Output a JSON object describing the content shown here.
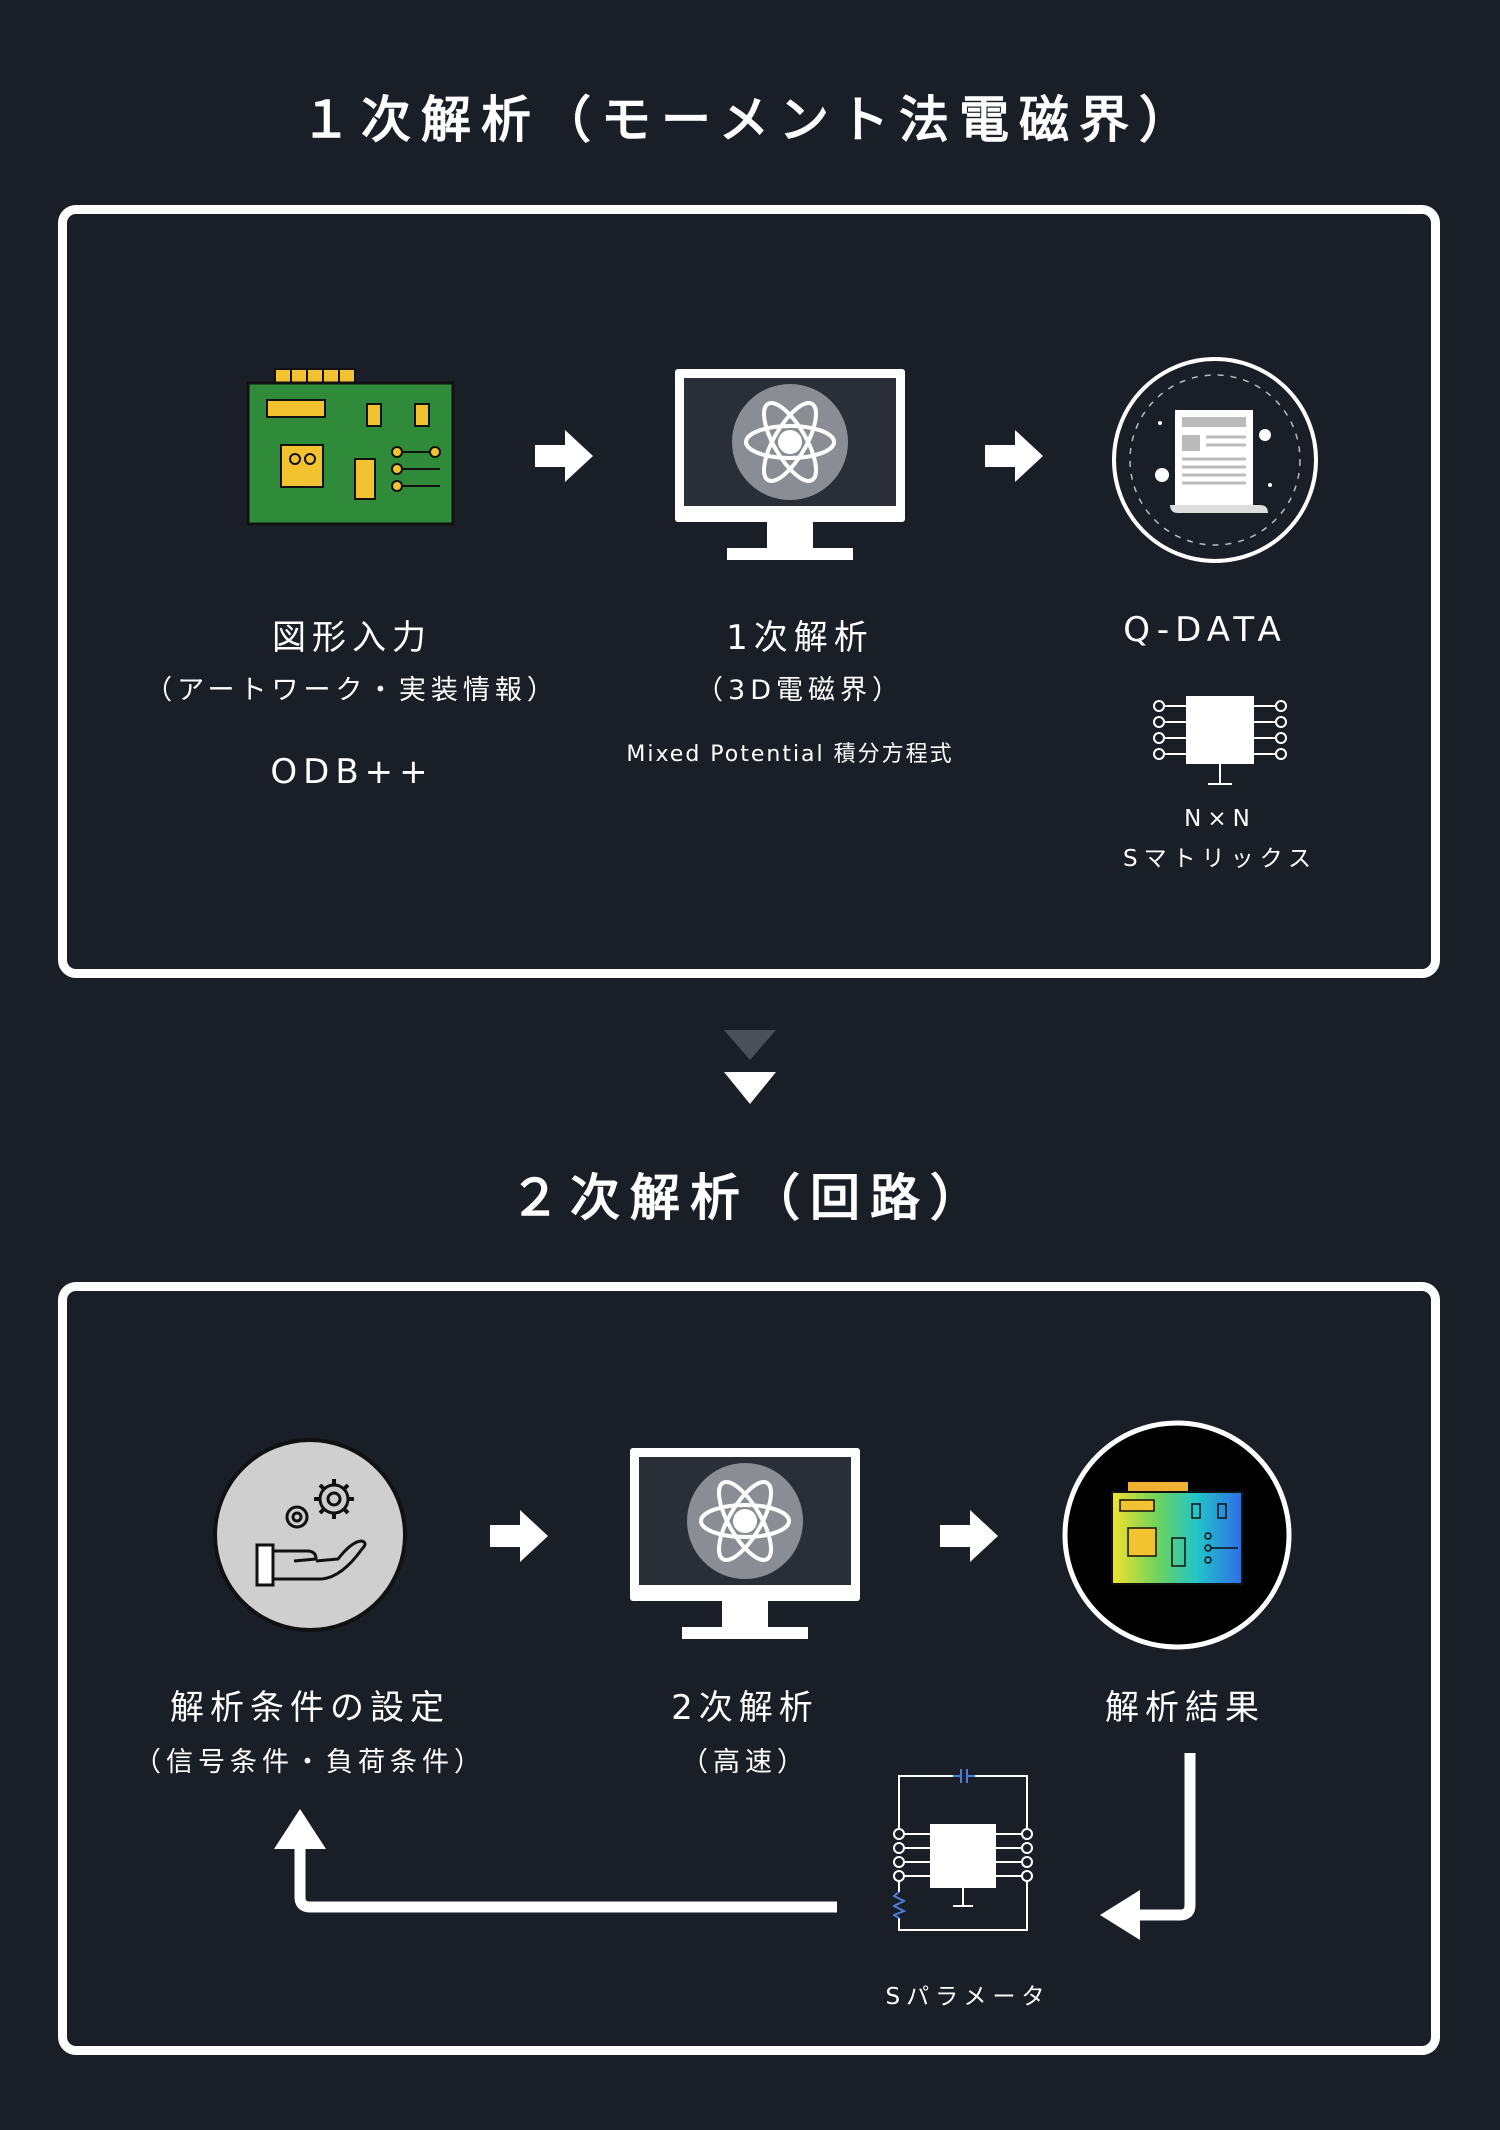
{
  "stage1": {
    "title": "１次解析（モーメント法電磁界）",
    "step1": {
      "label": "図形入力",
      "sub": "（アートワーク・実装情報）",
      "extra": "ODB++"
    },
    "step2": {
      "label": "1次解析",
      "sub": "（3D電磁界）",
      "extra": "Mixed Potential 積分方程式"
    },
    "step3": {
      "label": "Q-DATA",
      "matrix_line1": "N×N",
      "matrix_line2": "Sマトリックス"
    }
  },
  "stage2": {
    "title": "２次解析（回路）",
    "step1": {
      "label": "解析条件の設定",
      "sub": "（信号条件・負荷条件）"
    },
    "step2": {
      "label": "2次解析",
      "sub": "（高速）"
    },
    "step3": {
      "label": "解析結果"
    },
    "feedback_label": "Sパラメータ"
  },
  "colors": {
    "background": "#1a1e27",
    "panel_border": "#ffffff",
    "pcb_green": "#2f8a3a",
    "pcb_gold": "#f2c230",
    "down_arrow_dim": "#4b4f57"
  },
  "icons": [
    "pcb-icon",
    "monitor-atom-icon",
    "document-circle-icon",
    "chip-icon",
    "gears-hand-icon",
    "heatmap-pcb-icon",
    "circuit-icon"
  ]
}
